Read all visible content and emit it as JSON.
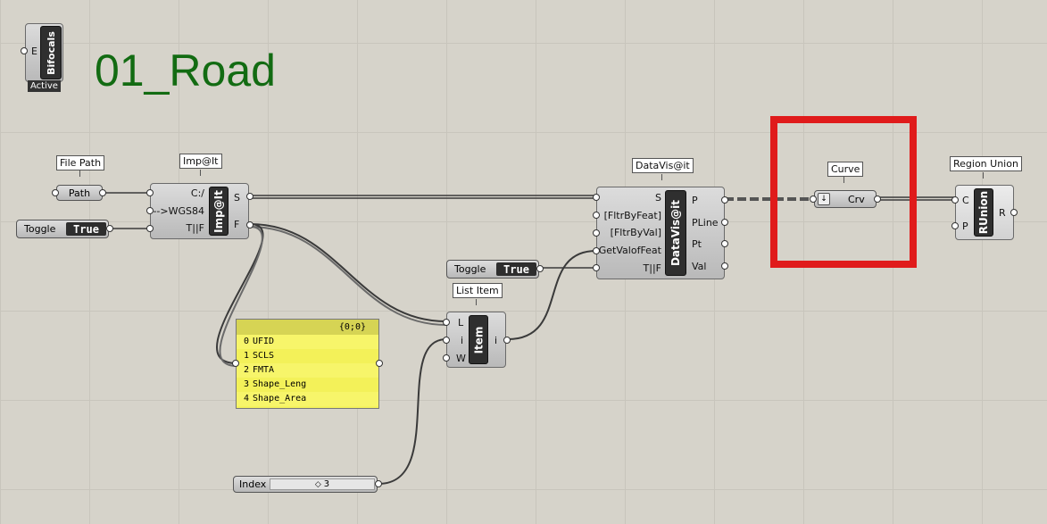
{
  "title": "01_Road",
  "colors": {
    "title": "#126b12",
    "highlight": "#e01b1b",
    "panel": "#f5f35e"
  },
  "bifocals": {
    "input": "E",
    "name": "Bifocals",
    "status": "Active"
  },
  "file_path": {
    "tag": "File Path",
    "name": "Path"
  },
  "toggle1": {
    "label": "Toggle",
    "value": "True"
  },
  "toggle2": {
    "label": "Toggle",
    "value": "True"
  },
  "impit": {
    "tag": "Imp@It",
    "name": "Imp@It",
    "inputs": [
      "C:/",
      "-->WGS84",
      "T||F"
    ],
    "outputs": [
      "S",
      "F"
    ]
  },
  "datavis": {
    "tag": "DataVis@it",
    "name": "DataVis@it",
    "inputs": [
      "S",
      "[FltrByFeat]",
      "[FltrByVal]",
      "GetValofFeat",
      "T||F"
    ],
    "outputs": [
      "P",
      "PLine",
      "Pt",
      "Val"
    ]
  },
  "curve": {
    "tag": "Curve",
    "name": "Crv",
    "icon": "arrow-down-icon"
  },
  "region_union": {
    "tag": "Region Union",
    "name": "RUnion",
    "inputs": [
      "C",
      "P"
    ],
    "outputs": [
      "R"
    ]
  },
  "list_item": {
    "tag": "List Item",
    "name": "Item",
    "inputs": [
      "L",
      "i",
      "W"
    ],
    "outputs": [
      "i"
    ]
  },
  "panel": {
    "header": "{0;0}",
    "rows": [
      {
        "i": "0",
        "v": "UFID"
      },
      {
        "i": "1",
        "v": "SCLS"
      },
      {
        "i": "2",
        "v": "FMTA"
      },
      {
        "i": "3",
        "v": "Shape_Leng"
      },
      {
        "i": "4",
        "v": "Shape_Area"
      }
    ]
  },
  "slider": {
    "label": "Index",
    "value": "3"
  }
}
